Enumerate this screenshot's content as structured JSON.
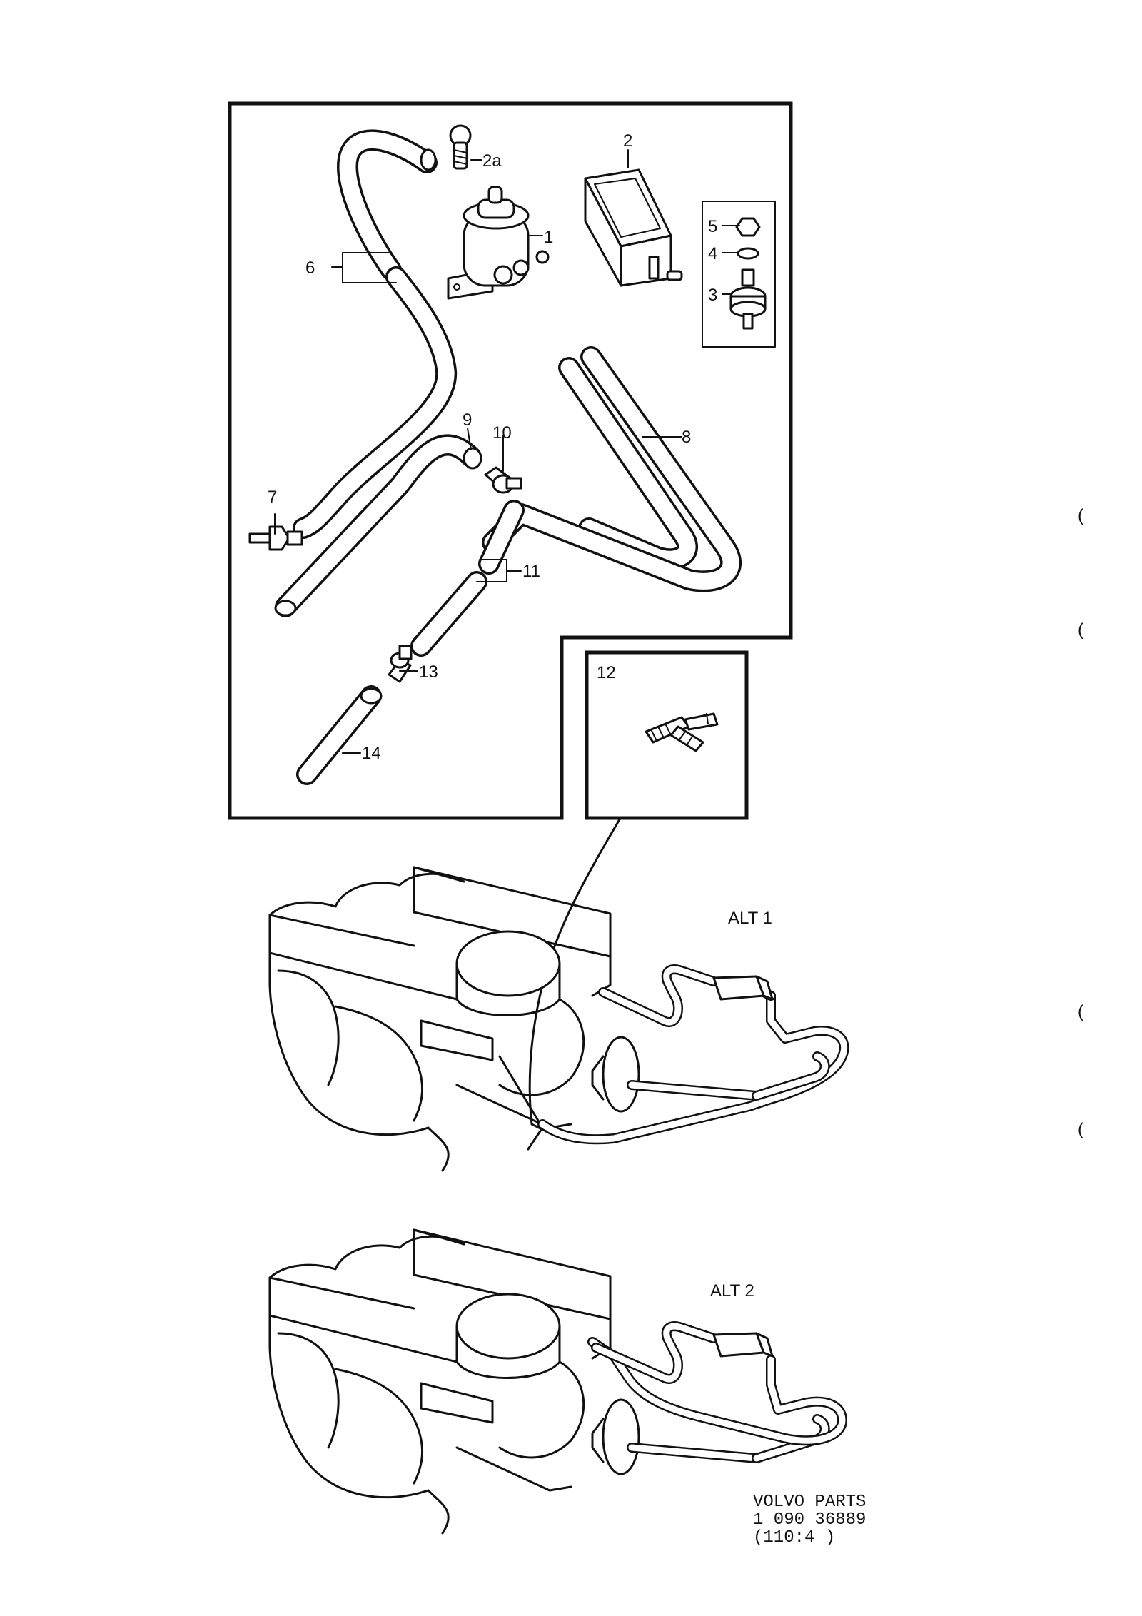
{
  "callouts": {
    "c1": "1",
    "c2": "2",
    "c2a": "2a",
    "c3": "3",
    "c4": "4",
    "c5": "5",
    "c6": "6",
    "c7": "7",
    "c8": "8",
    "c9": "9",
    "c10": "10",
    "c11": "11",
    "c12": "12",
    "c13": "13",
    "c14": "14"
  },
  "views": {
    "alt1": "ALT 1",
    "alt2": "ALT 2"
  },
  "reference": {
    "brand": "VOLVO  PARTS",
    "number": "1  090  36889",
    "code": "(110:4 )"
  },
  "margin_marks": [
    "(",
    "(",
    "(",
    "("
  ]
}
